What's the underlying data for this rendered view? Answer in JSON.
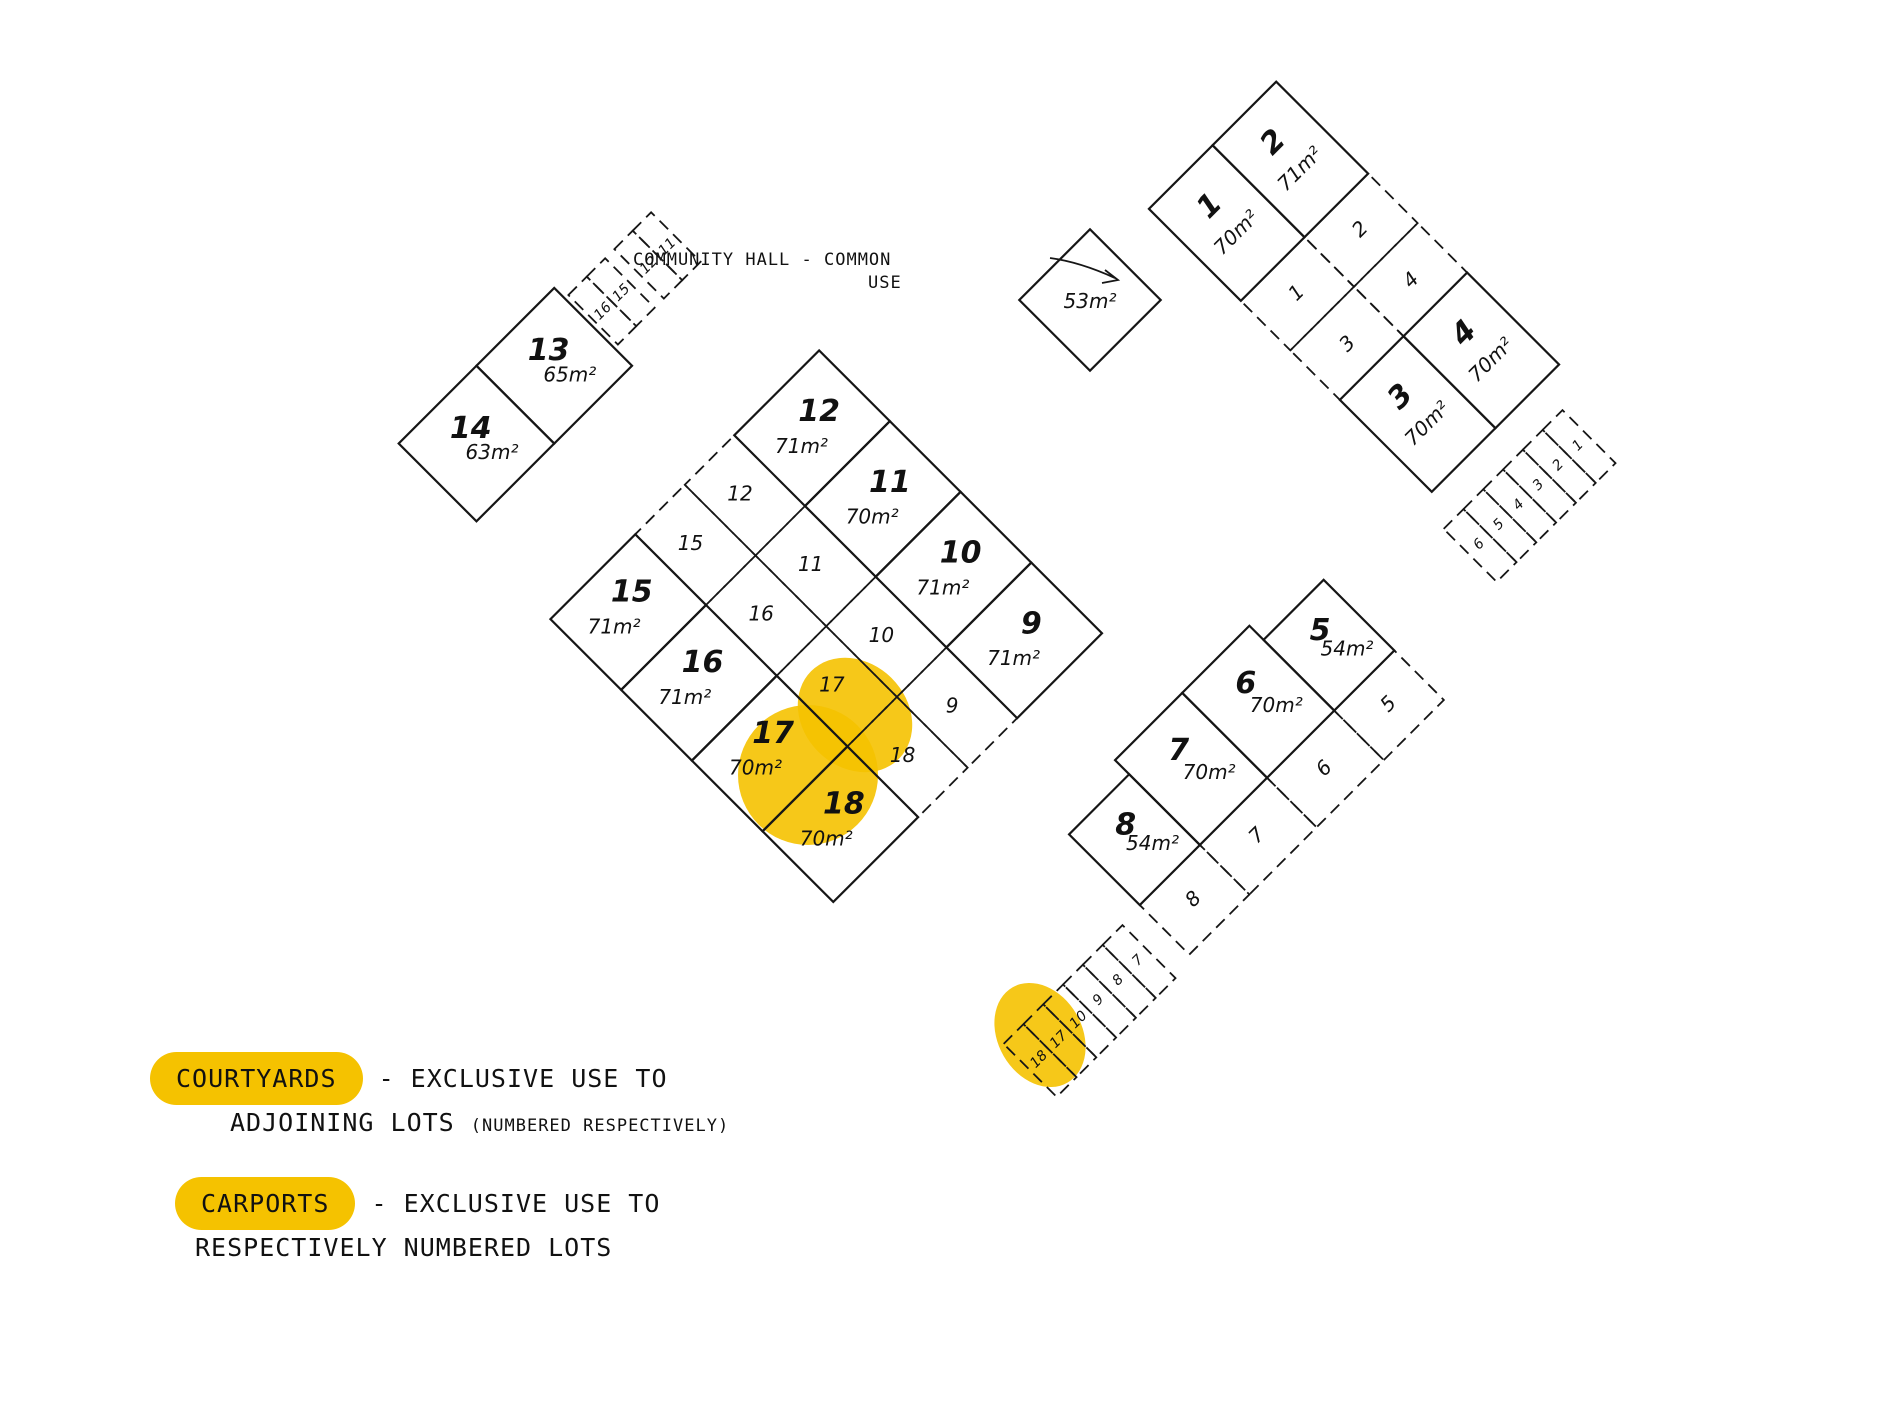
{
  "community_hall": {
    "line1": "COMMUNITY HALL - COMMON",
    "line2": "USE",
    "area": "53m²"
  },
  "lots": [
    {
      "n": "1",
      "a": "70m²"
    },
    {
      "n": "2",
      "a": "71m²"
    },
    {
      "n": "3",
      "a": "70m²"
    },
    {
      "n": "4",
      "a": "70m²"
    },
    {
      "n": "5",
      "a": "54m²"
    },
    {
      "n": "6",
      "a": "70m²"
    },
    {
      "n": "7",
      "a": "70m²"
    },
    {
      "n": "8",
      "a": "54m²"
    },
    {
      "n": "9",
      "a": "71m²"
    },
    {
      "n": "10",
      "a": "71m²"
    },
    {
      "n": "11",
      "a": "70m²"
    },
    {
      "n": "12",
      "a": "71m²"
    },
    {
      "n": "13",
      "a": "65m²"
    },
    {
      "n": "14",
      "a": "63m²"
    },
    {
      "n": "15",
      "a": "71m²"
    },
    {
      "n": "16",
      "a": "71m²"
    },
    {
      "n": "17",
      "a": "70m²"
    },
    {
      "n": "18",
      "a": "70m²"
    }
  ],
  "courtyards": [
    "1",
    "2",
    "3",
    "4",
    "5",
    "6",
    "7",
    "8",
    "9",
    "10",
    "11",
    "12",
    "15",
    "16",
    "17",
    "18"
  ],
  "carports": {
    "row_a": [
      "6",
      "5",
      "4",
      "3",
      "2",
      "1"
    ],
    "row_b": [
      "18",
      "17",
      "10",
      "9",
      "8",
      "7"
    ],
    "row_c": [
      "16",
      "15",
      "12",
      "11"
    ]
  },
  "legend": {
    "courtyards_key": "COURTYARDS",
    "courtyards_text1": "- EXCLUSIVE USE TO",
    "courtyards_text2": "ADJOINING LOTS",
    "courtyards_note": "(NUMBERED RESPECTIVELY)",
    "carports_key": "CARPORTS",
    "carports_text1": "- EXCLUSIVE USE TO",
    "carports_text2": "RESPECTIVELY NUMBERED LOTS"
  },
  "highlight_color": "#f5c200"
}
